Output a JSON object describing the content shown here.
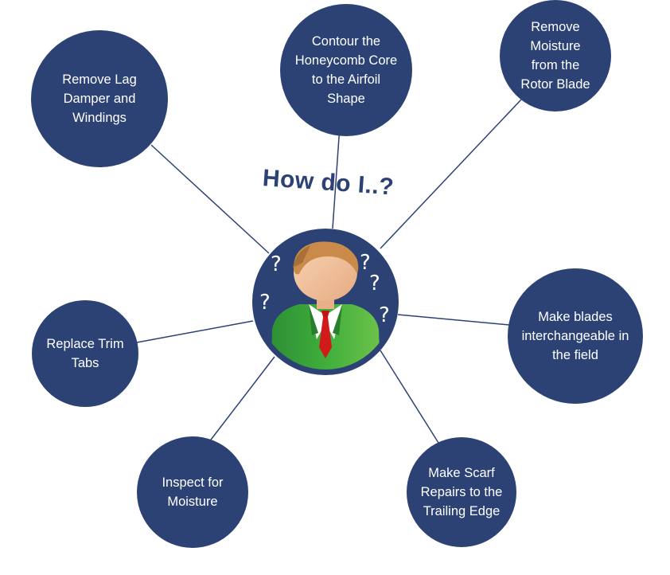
{
  "title": "How do I..?",
  "colors": {
    "node_fill": "#2c4275",
    "node_text": "#ffffff",
    "link_line": "#2c4275",
    "title": "#2c4275",
    "jacket": "#3aa238",
    "tie": "#d11a1a",
    "skin": "#f2c29c",
    "hair": "#c98a4a"
  },
  "center_icon": "confused-person-icon",
  "nodes": [
    {
      "id": "lag-damper",
      "label": "Remove Lag\nDamper and\nWindings"
    },
    {
      "id": "honeycomb",
      "label": "Contour the\nHoneycomb Core\nto the Airfoil\nShape"
    },
    {
      "id": "moisture-remove",
      "label": "Remove\nMoisture\nfrom the\nRotor Blade"
    },
    {
      "id": "interchangeable",
      "label": "Make blades\ninterchangeable in\nthe field"
    },
    {
      "id": "scarf-repairs",
      "label": "Make Scarf\nRepairs to the\nTrailing Edge"
    },
    {
      "id": "inspect-moisture",
      "label": "Inspect for\nMoisture"
    },
    {
      "id": "trim-tabs",
      "label": "Replace Trim\nTabs"
    }
  ]
}
